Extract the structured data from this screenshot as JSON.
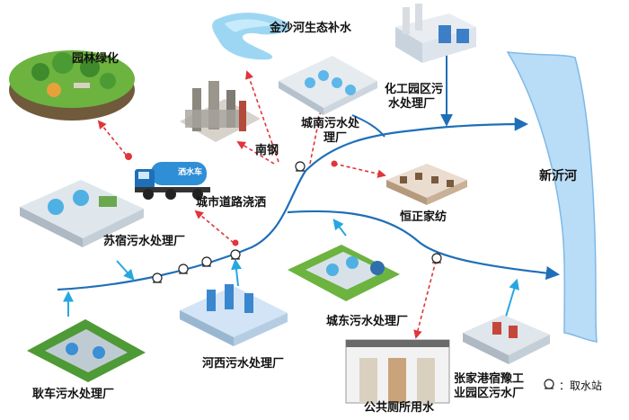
{
  "nodes": {
    "yuanlin": "园林绿化",
    "jinsha": "金沙河生态补水",
    "huagong_l1": "化工园区污",
    "huagong_l2": "水处理厂",
    "chengnan_l1": "城南污水处",
    "chengnan_l2": "理厂",
    "nangang": "南钢",
    "xinyi": "新沂河",
    "hengzheng": "恒正家纺",
    "chengshi": "城市道路浇洒",
    "susu": "苏宿污水处理厂",
    "chengdong": "城东污水处理厂",
    "hexi": "河西污水处理厂",
    "gengche": "耿车污水处理厂",
    "gongce": "公共厕所用水",
    "zhangjia_l1": "张家港宿豫工",
    "zhangjia_l2": "业园区污水厂"
  },
  "truck_text": "洒水车",
  "legend": {
    "label": "：取水站"
  },
  "colors": {
    "main_line": "#1f6fb8",
    "dashed": "#e0353b",
    "river": "#b9dcf7",
    "river_edge": "#7fb9e6",
    "connector": "#26a7e0"
  }
}
